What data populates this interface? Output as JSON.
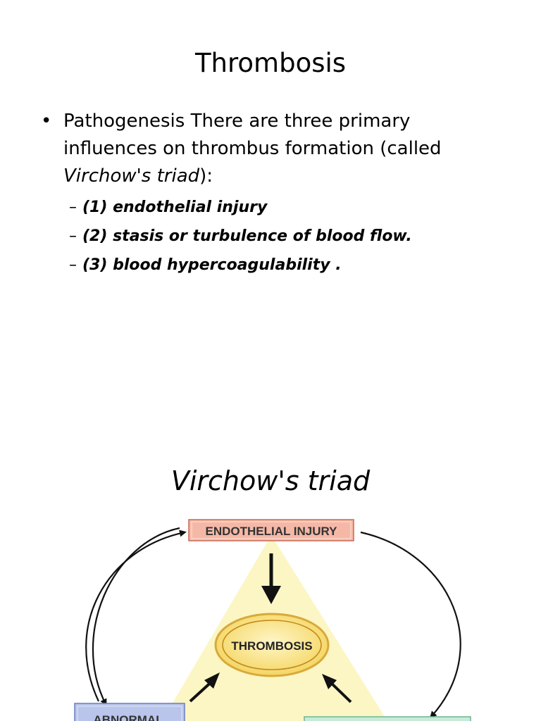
{
  "slide1": {
    "title": "Thrombosis",
    "bullet": {
      "lead": "Pathogenesis There are three primary influences on thrombus formation (called ",
      "term": "Virchow's triad",
      "tail": "):"
    },
    "subitems": [
      "(1) endothelial injury",
      "(2) stasis or turbulence of blood flow.",
      "(3) blood hypercoagulability ."
    ]
  },
  "slide2": {
    "title": "Virchow's triad",
    "diagram": {
      "top_box": "ENDOTHELIAL INJURY",
      "center_ellipse": "THROMBOSIS",
      "left_box": "ABNORMAL",
      "colors": {
        "triangle": "#fbf6c4",
        "top_box": "#f6b8a6",
        "ellipse": "#f8e27a",
        "left_box": "#b9c5ea",
        "right_box": "#c8ebd9"
      }
    }
  }
}
